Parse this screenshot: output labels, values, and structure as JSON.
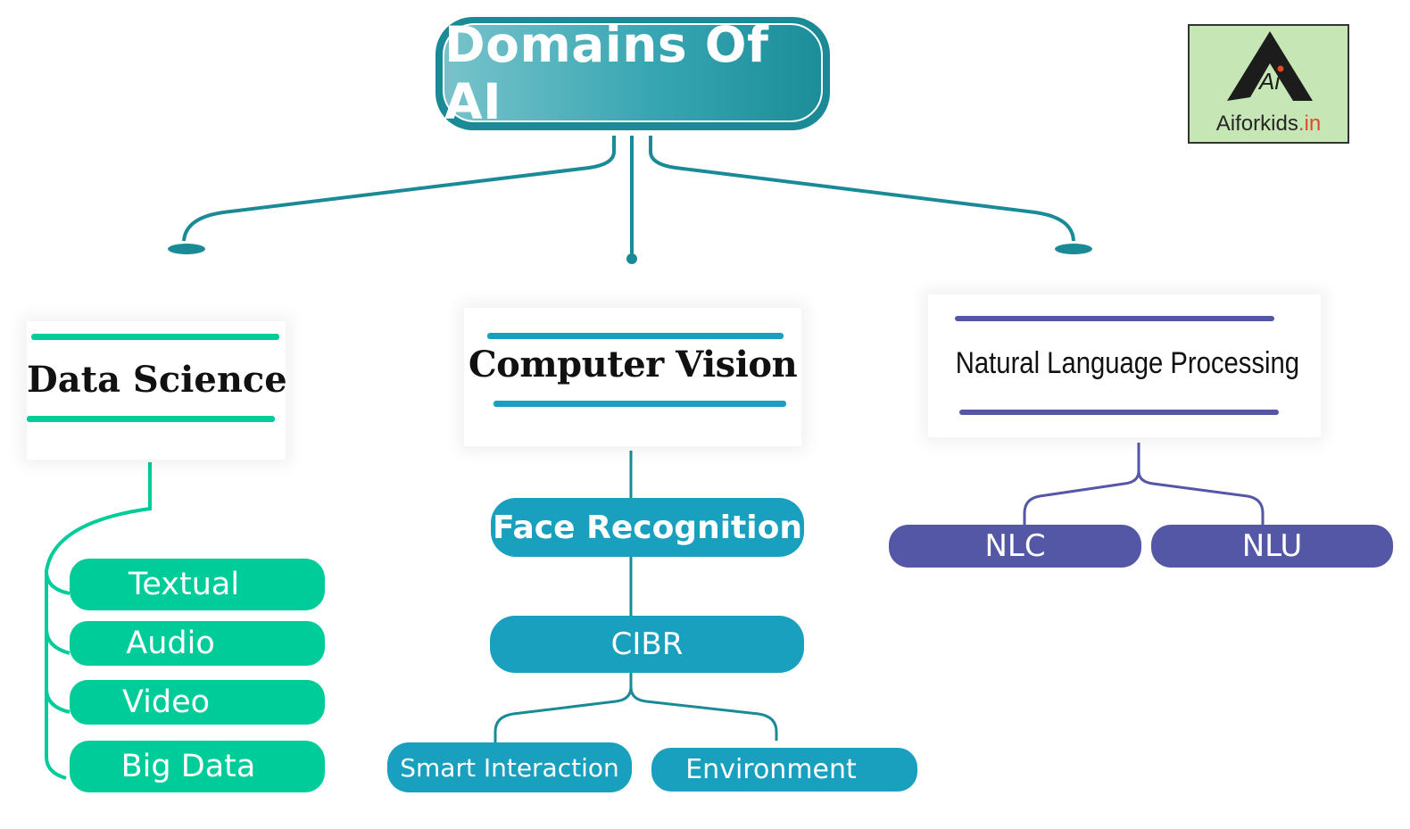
{
  "title": "Domains Of AI",
  "logo": {
    "text_main": "Aiforkids",
    "text_suffix": ".in",
    "monogram": "Ai"
  },
  "colors": {
    "title": "#1a8a96",
    "data_science": "#00cc9a",
    "computer_vision": "#1aa0bf",
    "nlp": "#5456a6",
    "connector": "#1a8a96"
  },
  "domains": {
    "data_science": {
      "label": "Data Science",
      "items": [
        "Textual",
        "Audio",
        "Video",
        "Big Data"
      ]
    },
    "computer_vision": {
      "label": "Computer Vision",
      "items": [
        "Face Recognition",
        "CIBR"
      ],
      "cibr_children": [
        "Smart Interaction",
        "Environment"
      ]
    },
    "nlp": {
      "label": "Natural Language Processing",
      "items": [
        "NLC",
        "NLU"
      ]
    }
  }
}
